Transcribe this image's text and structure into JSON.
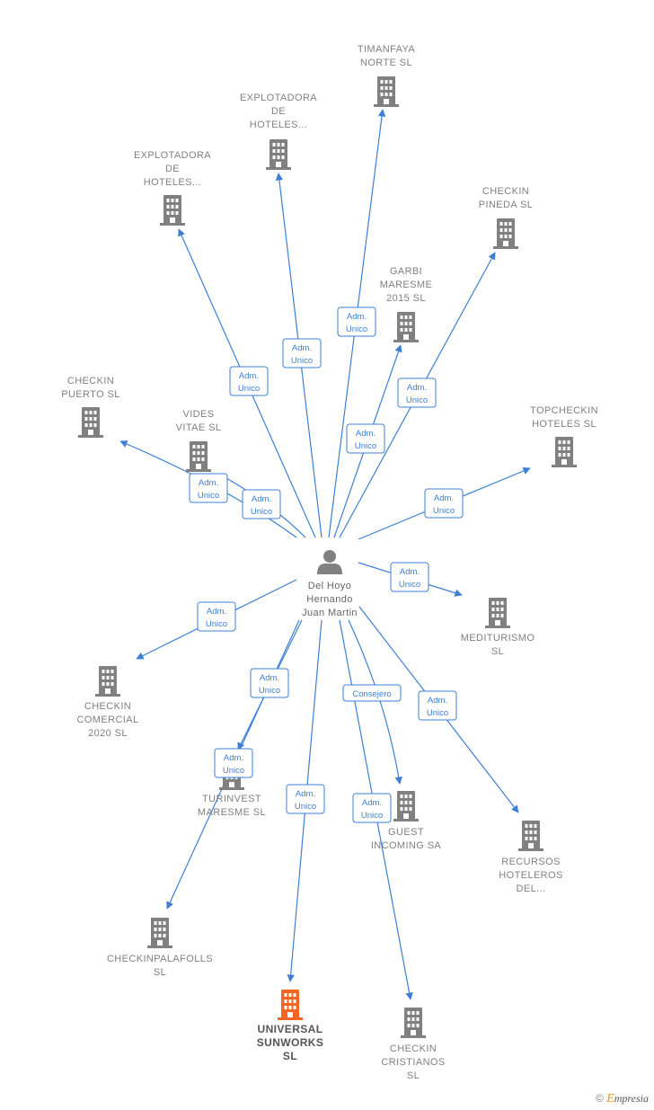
{
  "person": {
    "id": "person",
    "lines": [
      "Del Hoyo",
      "Hernando",
      "Juan Martin"
    ]
  },
  "companies": [
    {
      "id": "timanfaya",
      "lines": [
        "TIMANFAYA",
        "NORTE  SL"
      ],
      "highlight": false
    },
    {
      "id": "explotadora2",
      "lines": [
        "EXPLOTADORA",
        "DE",
        "HOTELES..."
      ],
      "highlight": false
    },
    {
      "id": "explotadora1",
      "lines": [
        "EXPLOTADORA",
        "DE",
        "HOTELES..."
      ],
      "highlight": false
    },
    {
      "id": "checkin-pineda",
      "lines": [
        "CHECKIN",
        "PINEDA  SL"
      ],
      "highlight": false
    },
    {
      "id": "garbi",
      "lines": [
        "GARBI",
        "MARESME",
        "2015  SL"
      ],
      "highlight": false
    },
    {
      "id": "checkin-puerto",
      "lines": [
        "CHECKIN",
        "PUERTO  SL"
      ],
      "highlight": false
    },
    {
      "id": "vides",
      "lines": [
        "VIDES",
        "VITAE  SL"
      ],
      "highlight": false
    },
    {
      "id": "topcheckin",
      "lines": [
        "TOPCHECKIN",
        "HOTELES SL"
      ],
      "highlight": false
    },
    {
      "id": "mediturismo",
      "lines": [
        "MEDITURISMO",
        "SL"
      ],
      "highlight": false
    },
    {
      "id": "checkin-comercial",
      "lines": [
        "CHECKIN",
        "COMERCIAL",
        "2020  SL"
      ],
      "highlight": false
    },
    {
      "id": "turinvest",
      "lines": [
        "TURINVEST",
        "MARESME  SL"
      ],
      "highlight": false
    },
    {
      "id": "guest",
      "lines": [
        "GUEST",
        "INCOMING SA"
      ],
      "highlight": false
    },
    {
      "id": "recursos",
      "lines": [
        "RECURSOS",
        "HOTELEROS",
        "DEL..."
      ],
      "highlight": false
    },
    {
      "id": "checkinpalafolls",
      "lines": [
        "CHECKINPALAFOLLS",
        "SL"
      ],
      "highlight": false
    },
    {
      "id": "universal",
      "lines": [
        "UNIVERSAL",
        "SUNWORKS",
        "SL"
      ],
      "highlight": true
    },
    {
      "id": "checkin-cristianos",
      "lines": [
        "CHECKIN",
        "CRISTIANOS",
        "SL"
      ],
      "highlight": false
    }
  ],
  "edges": [
    {
      "to": "timanfaya",
      "lines": [
        "Adm.",
        "Unico"
      ]
    },
    {
      "to": "explotadora2",
      "lines": [
        "Adm.",
        "Unico"
      ]
    },
    {
      "to": "explotadora1",
      "lines": [
        "Adm.",
        "Unico"
      ]
    },
    {
      "to": "checkin-pineda",
      "lines": [
        "Adm.",
        "Unico"
      ]
    },
    {
      "to": "garbi",
      "lines": [
        "Adm.",
        "Unico"
      ]
    },
    {
      "to": "checkin-puerto",
      "lines": [
        "Adm.",
        "Unico"
      ]
    },
    {
      "to": "vides",
      "lines": [
        "Adm.",
        "Unico"
      ]
    },
    {
      "to": "topcheckin",
      "lines": [
        "Adm.",
        "Unico"
      ]
    },
    {
      "to": "mediturismo",
      "lines": [
        "Adm.",
        "Unico"
      ]
    },
    {
      "to": "checkin-comercial",
      "lines": [
        "Adm.",
        "Unico"
      ]
    },
    {
      "to": "turinvest",
      "lines": [
        "Adm.",
        "Unico"
      ]
    },
    {
      "to": "guest",
      "lines": [
        "Consejero"
      ]
    },
    {
      "to": "recursos",
      "lines": [
        "Adm.",
        "Unico"
      ]
    },
    {
      "to": "checkinpalafolls",
      "lines": [
        "Adm.",
        "Unico"
      ]
    },
    {
      "to": "universal",
      "lines": [
        "Adm.",
        "Unico"
      ]
    },
    {
      "to": "checkin-cristianos",
      "lines": [
        "Adm.",
        "Unico"
      ]
    }
  ],
  "colors": {
    "edge": "#3d7fd4",
    "building": "#808080",
    "building_highlight": "#f26522",
    "person": "#808080"
  },
  "icons": {
    "company": "building-icon",
    "person": "person-icon"
  },
  "footer": {
    "copyright": "©",
    "brand_initial": "E",
    "brand_rest": "mpresia"
  }
}
